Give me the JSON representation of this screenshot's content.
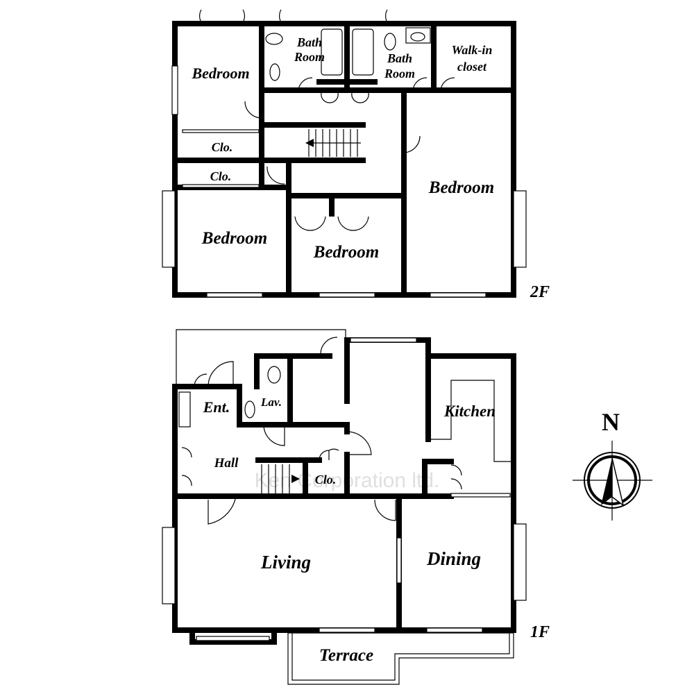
{
  "floor2": {
    "label": "2F",
    "rooms": {
      "bedroom_nw": "Bedroom",
      "bath1_line1": "Bath",
      "bath1_line2": "Room",
      "bath2_line1": "Bath",
      "bath2_line2": "Room",
      "walkin_line1": "Walk-in",
      "walkin_line2": "closet",
      "clo1": "Clo.",
      "clo2": "Clo.",
      "bedroom_sw": "Bedroom",
      "bedroom_s": "Bedroom",
      "bedroom_e": "Bedroom"
    }
  },
  "floor1": {
    "label": "1F",
    "rooms": {
      "ent": "Ent.",
      "lav": "Lav.",
      "hall": "Hall",
      "clo": "Clo.",
      "kitchen": "Kitchen",
      "living": "Living",
      "dining": "Dining",
      "terrace": "Terrace"
    }
  },
  "compass": {
    "label": "N"
  },
  "watermark": "Ken Corporation ltd."
}
